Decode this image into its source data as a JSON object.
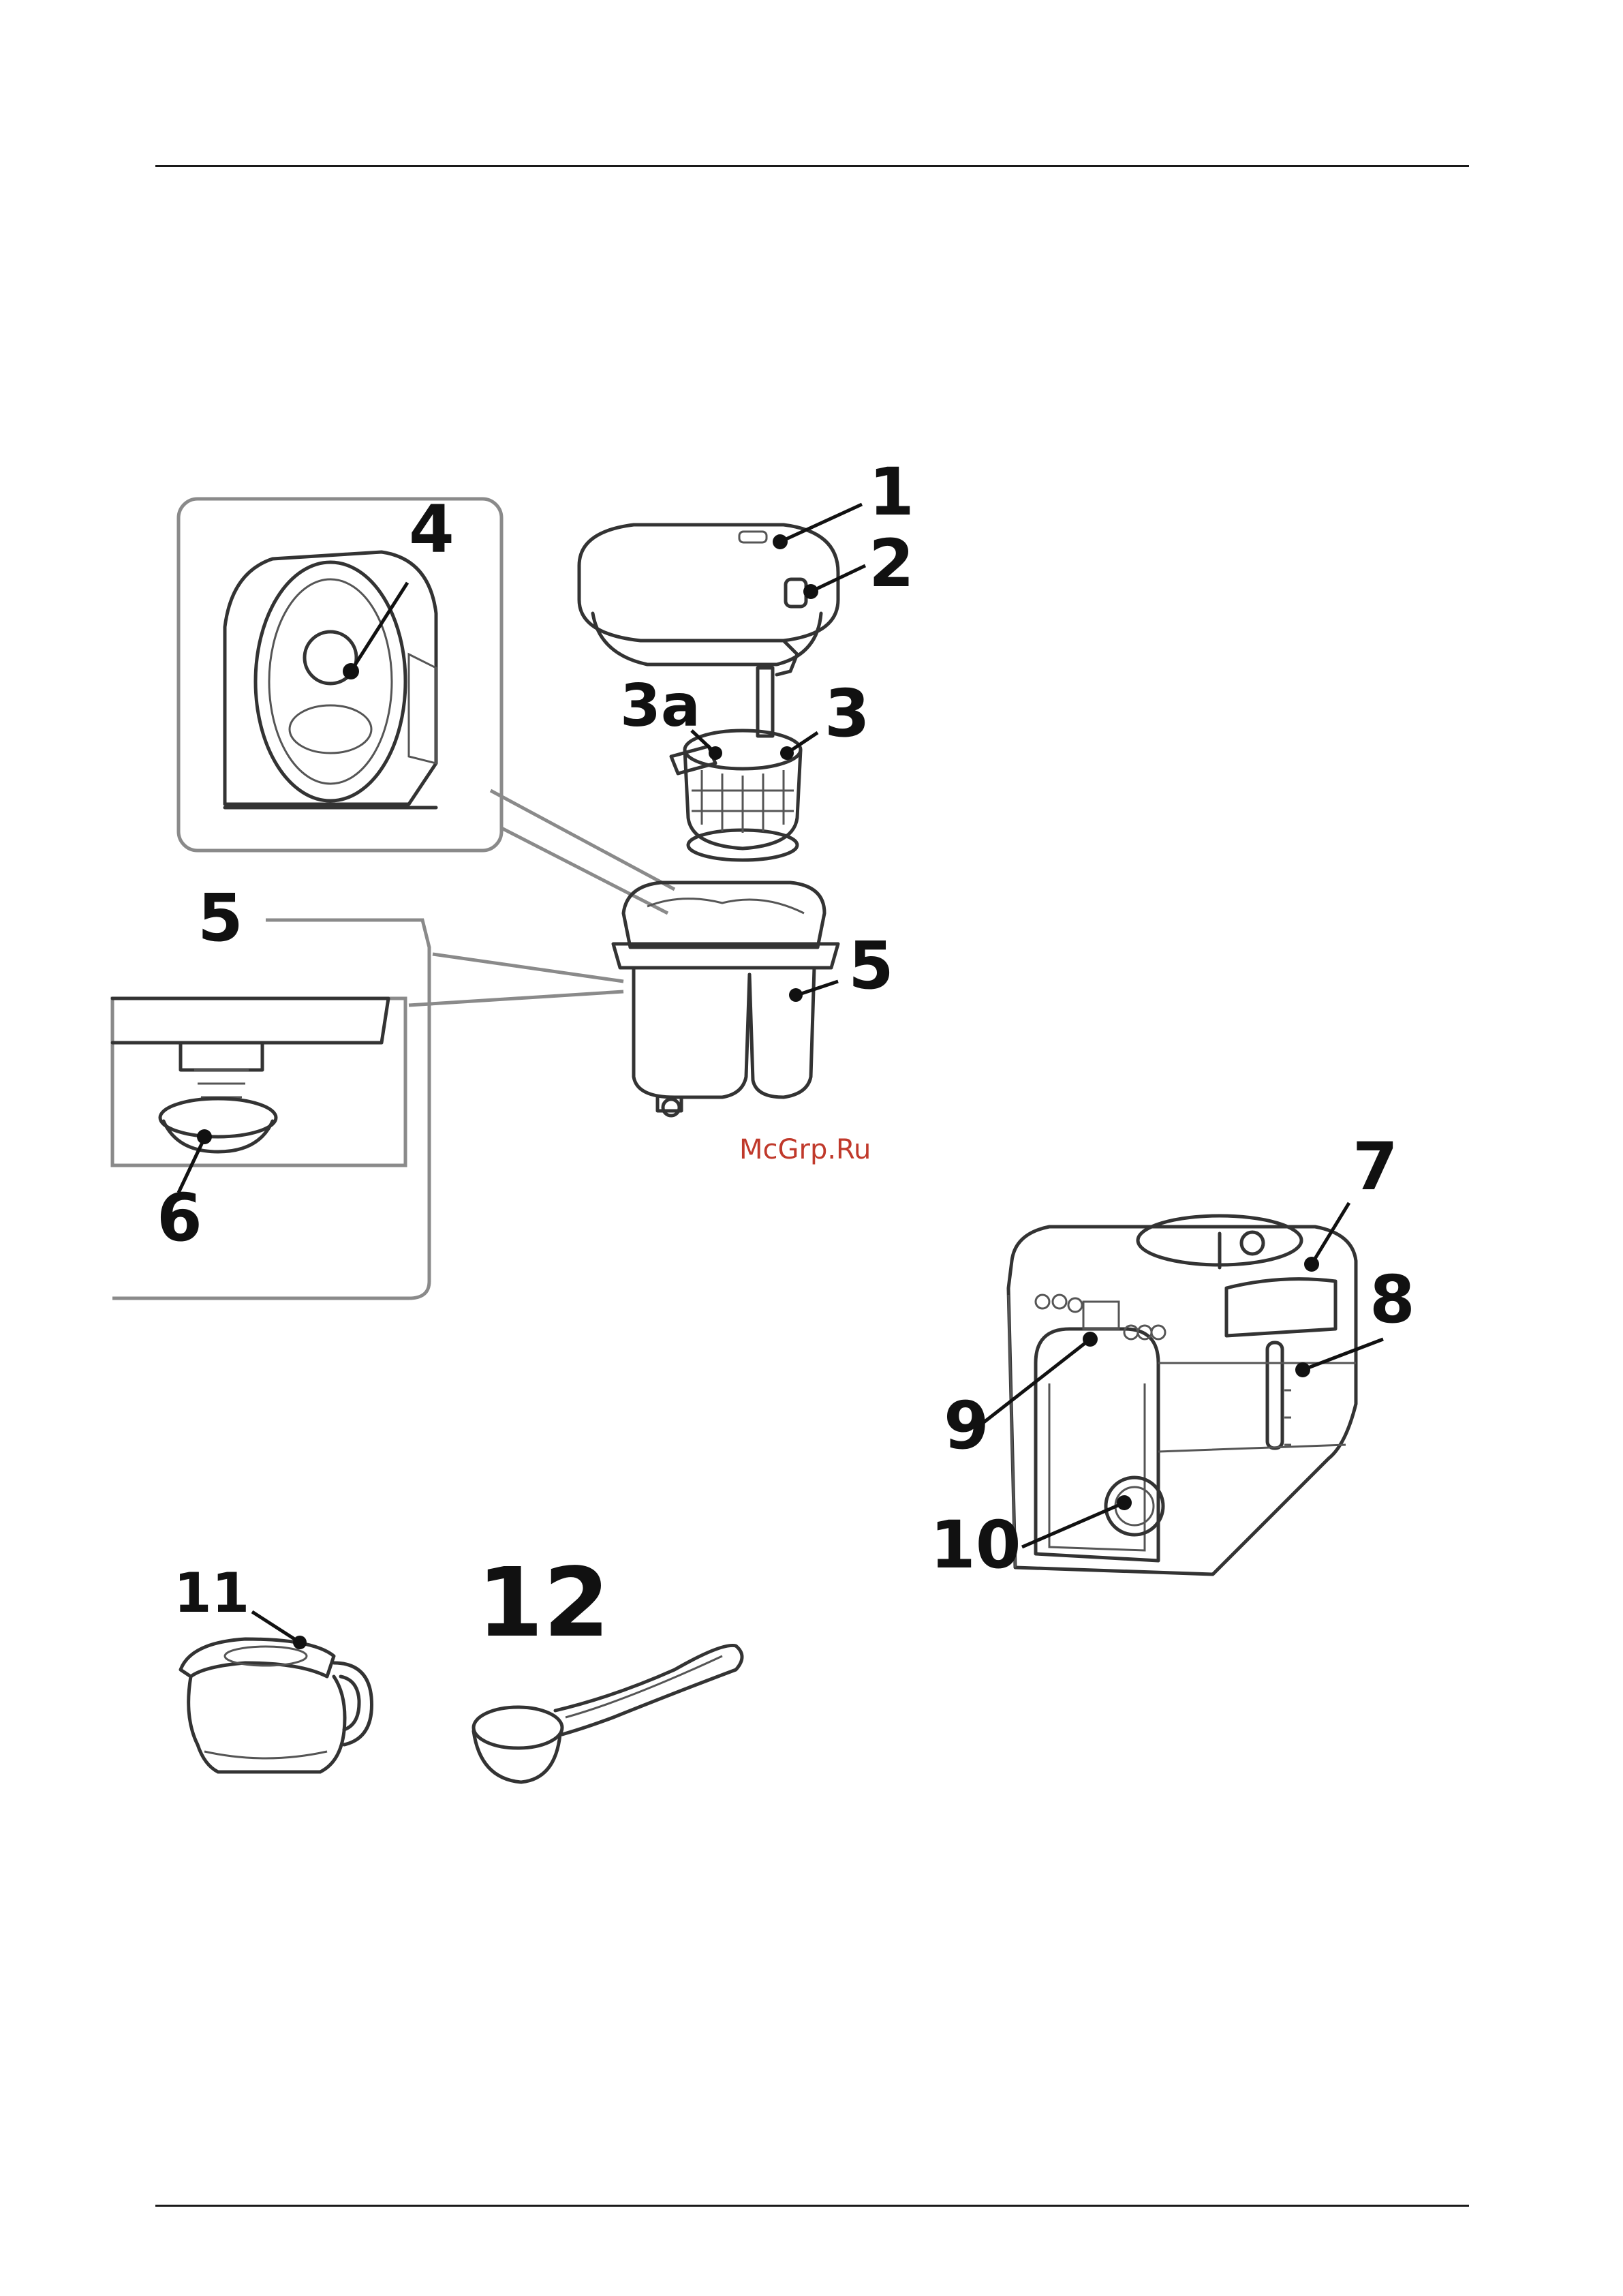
{
  "watermark": "McGrp.Ru",
  "callouts": {
    "c1": "1",
    "c2": "2",
    "c3": "3",
    "c3a": "3a",
    "c4": "4",
    "c5_left": "5",
    "c5_right": "5",
    "c6": "6",
    "c7": "7",
    "c8": "8",
    "c9": "9",
    "c10": "10",
    "c11": "11",
    "c12": "12"
  }
}
